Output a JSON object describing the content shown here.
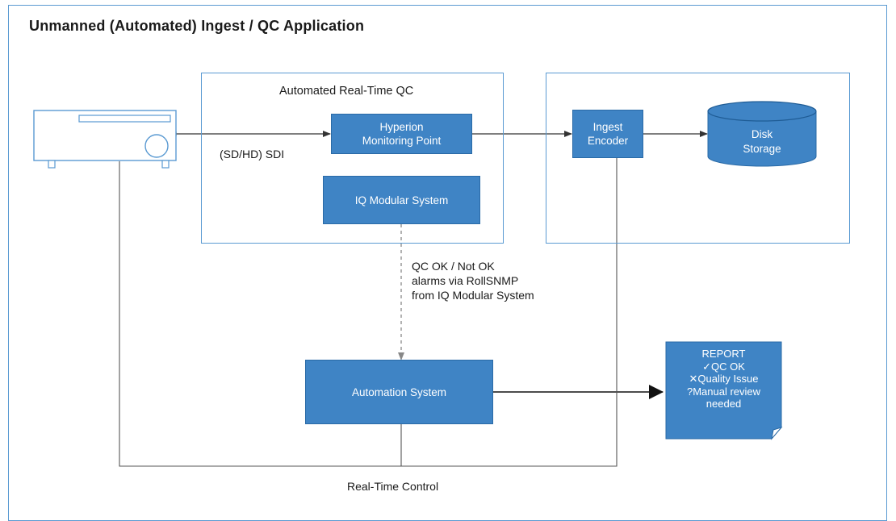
{
  "title": "Unmanned (Automated) Ingest / QC Application",
  "groups": {
    "qc": {
      "label": "Automated Real-Time QC"
    }
  },
  "nodes": {
    "hyperion": {
      "line1": "Hyperion",
      "line2": "Monitoring Point"
    },
    "iq_modular": {
      "label": "IQ Modular System"
    },
    "ingest_encoder": {
      "line1": "Ingest",
      "line2": "Encoder"
    },
    "disk_storage": {
      "line1": "Disk",
      "line2": "Storage"
    },
    "automation": {
      "label": "Automation System"
    }
  },
  "edges": {
    "sdi_label": "(SD/HD) SDI",
    "alarm_note": [
      "QC OK / Not OK",
      "alarms via RollSNMP",
      "from IQ Modular System"
    ],
    "control_label": "Real-Time Control"
  },
  "report": {
    "heading": "REPORT",
    "items": [
      {
        "icon": "check-icon",
        "glyph": "✓",
        "text": "QC OK"
      },
      {
        "icon": "cross-icon",
        "glyph": "✕",
        "text": "Quality Issue"
      },
      {
        "icon": "question-icon",
        "glyph": "?",
        "text": "Manual review"
      }
    ],
    "extra_line": "needed"
  },
  "colors": {
    "box_fill": "#3f84c5",
    "box_border": "#2a6aa6",
    "frame_border": "#5a9ad2",
    "line": "#333333",
    "dashed_line": "#888888"
  }
}
